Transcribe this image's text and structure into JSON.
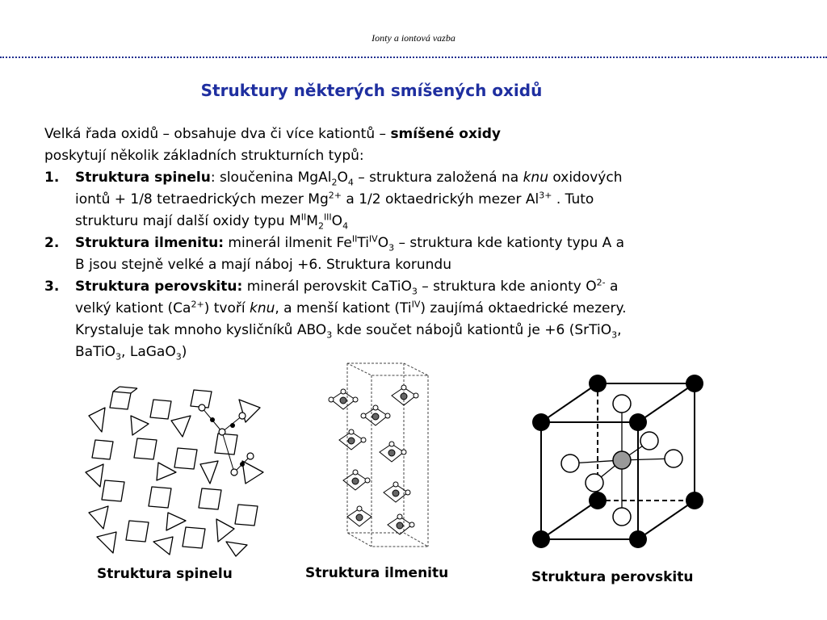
{
  "header": {
    "running_title": "Ionty a iontová vazba"
  },
  "slide": {
    "title": "Struktury některých smíšených oxidů",
    "intro": {
      "line1_a": "Velká řada oxidů – obsahuje dva či více kationtů –",
      "line1_b": "smíšené oxidy",
      "line2": "poskytují několik základních strukturních typů:"
    },
    "items": [
      {
        "num": "1.",
        "label": "Struktura spinelu",
        "l1_a": ": sloučenina MgAl",
        "l1_s1": "2",
        "l1_b": "O",
        "l1_s2": "4",
        "l1_c": " – struktura založená na ",
        "l1_knu": "knu",
        "l1_d": " oxidových",
        "l2_a": "iontů + 1/8 tetraedrických mezer Mg",
        "l2_sup1": "2+",
        "l2_b": " a  1/2 oktaedrickýh mezer Al",
        "l2_sup2": "3+",
        "l2_c": " . Tuto",
        "l3_a": "strukturu mají další oxidy typu M",
        "l3_sup1": "II",
        "l3_b": "M",
        "l3_s1": "2",
        "l3_sup2": "III",
        "l3_c": "O",
        "l3_s2": "4"
      },
      {
        "num": "2.",
        "label": "Struktura ilmenitu:",
        "l1_a": "  minerál ilmenit Fe",
        "l1_sup1": "II",
        "l1_b": "Ti",
        "l1_sup2": "IV",
        "l1_c": "O",
        "l1_s1": "3",
        "l1_d": " – struktura kde kationty typu A a",
        "l2": "B jsou stejně velké a mají náboj +6. Struktura korundu"
      },
      {
        "num": "3.",
        "label": "Struktura perovskitu:",
        "l1_a": " minerál perovskit CaTiO",
        "l1_s1": "3",
        "l1_b": " – struktura kde anionty O",
        "l1_sup1": "2-",
        "l1_c": " a",
        "l2_a": "velký kationt (Ca",
        "l2_sup1": "2+",
        "l2_b": ") tvoří ",
        "l2_knu": "knu",
        "l2_c": ", a menší kationt (Ti",
        "l2_sup2": "IV",
        "l2_d": ") zaujímá oktaedrické mezery.",
        "l3_a": "Krystaluje tak mnoho kysličníků ABO",
        "l3_s1": "3",
        "l3_b": " kde součet nábojů kationtů je +6 (SrTiO",
        "l3_s2": "3",
        "l3_c": ",",
        "l4_a": "BaTiO",
        "l4_s1": "3",
        "l4_b": ", LaGaO",
        "l4_s2": "3",
        "l4_c": ")"
      }
    ]
  },
  "figures": {
    "spinel_caption": "Struktura spinelu",
    "ilmenite_caption": "Struktura ilmenitu",
    "perovskite_caption": "Struktura perovskitu"
  }
}
